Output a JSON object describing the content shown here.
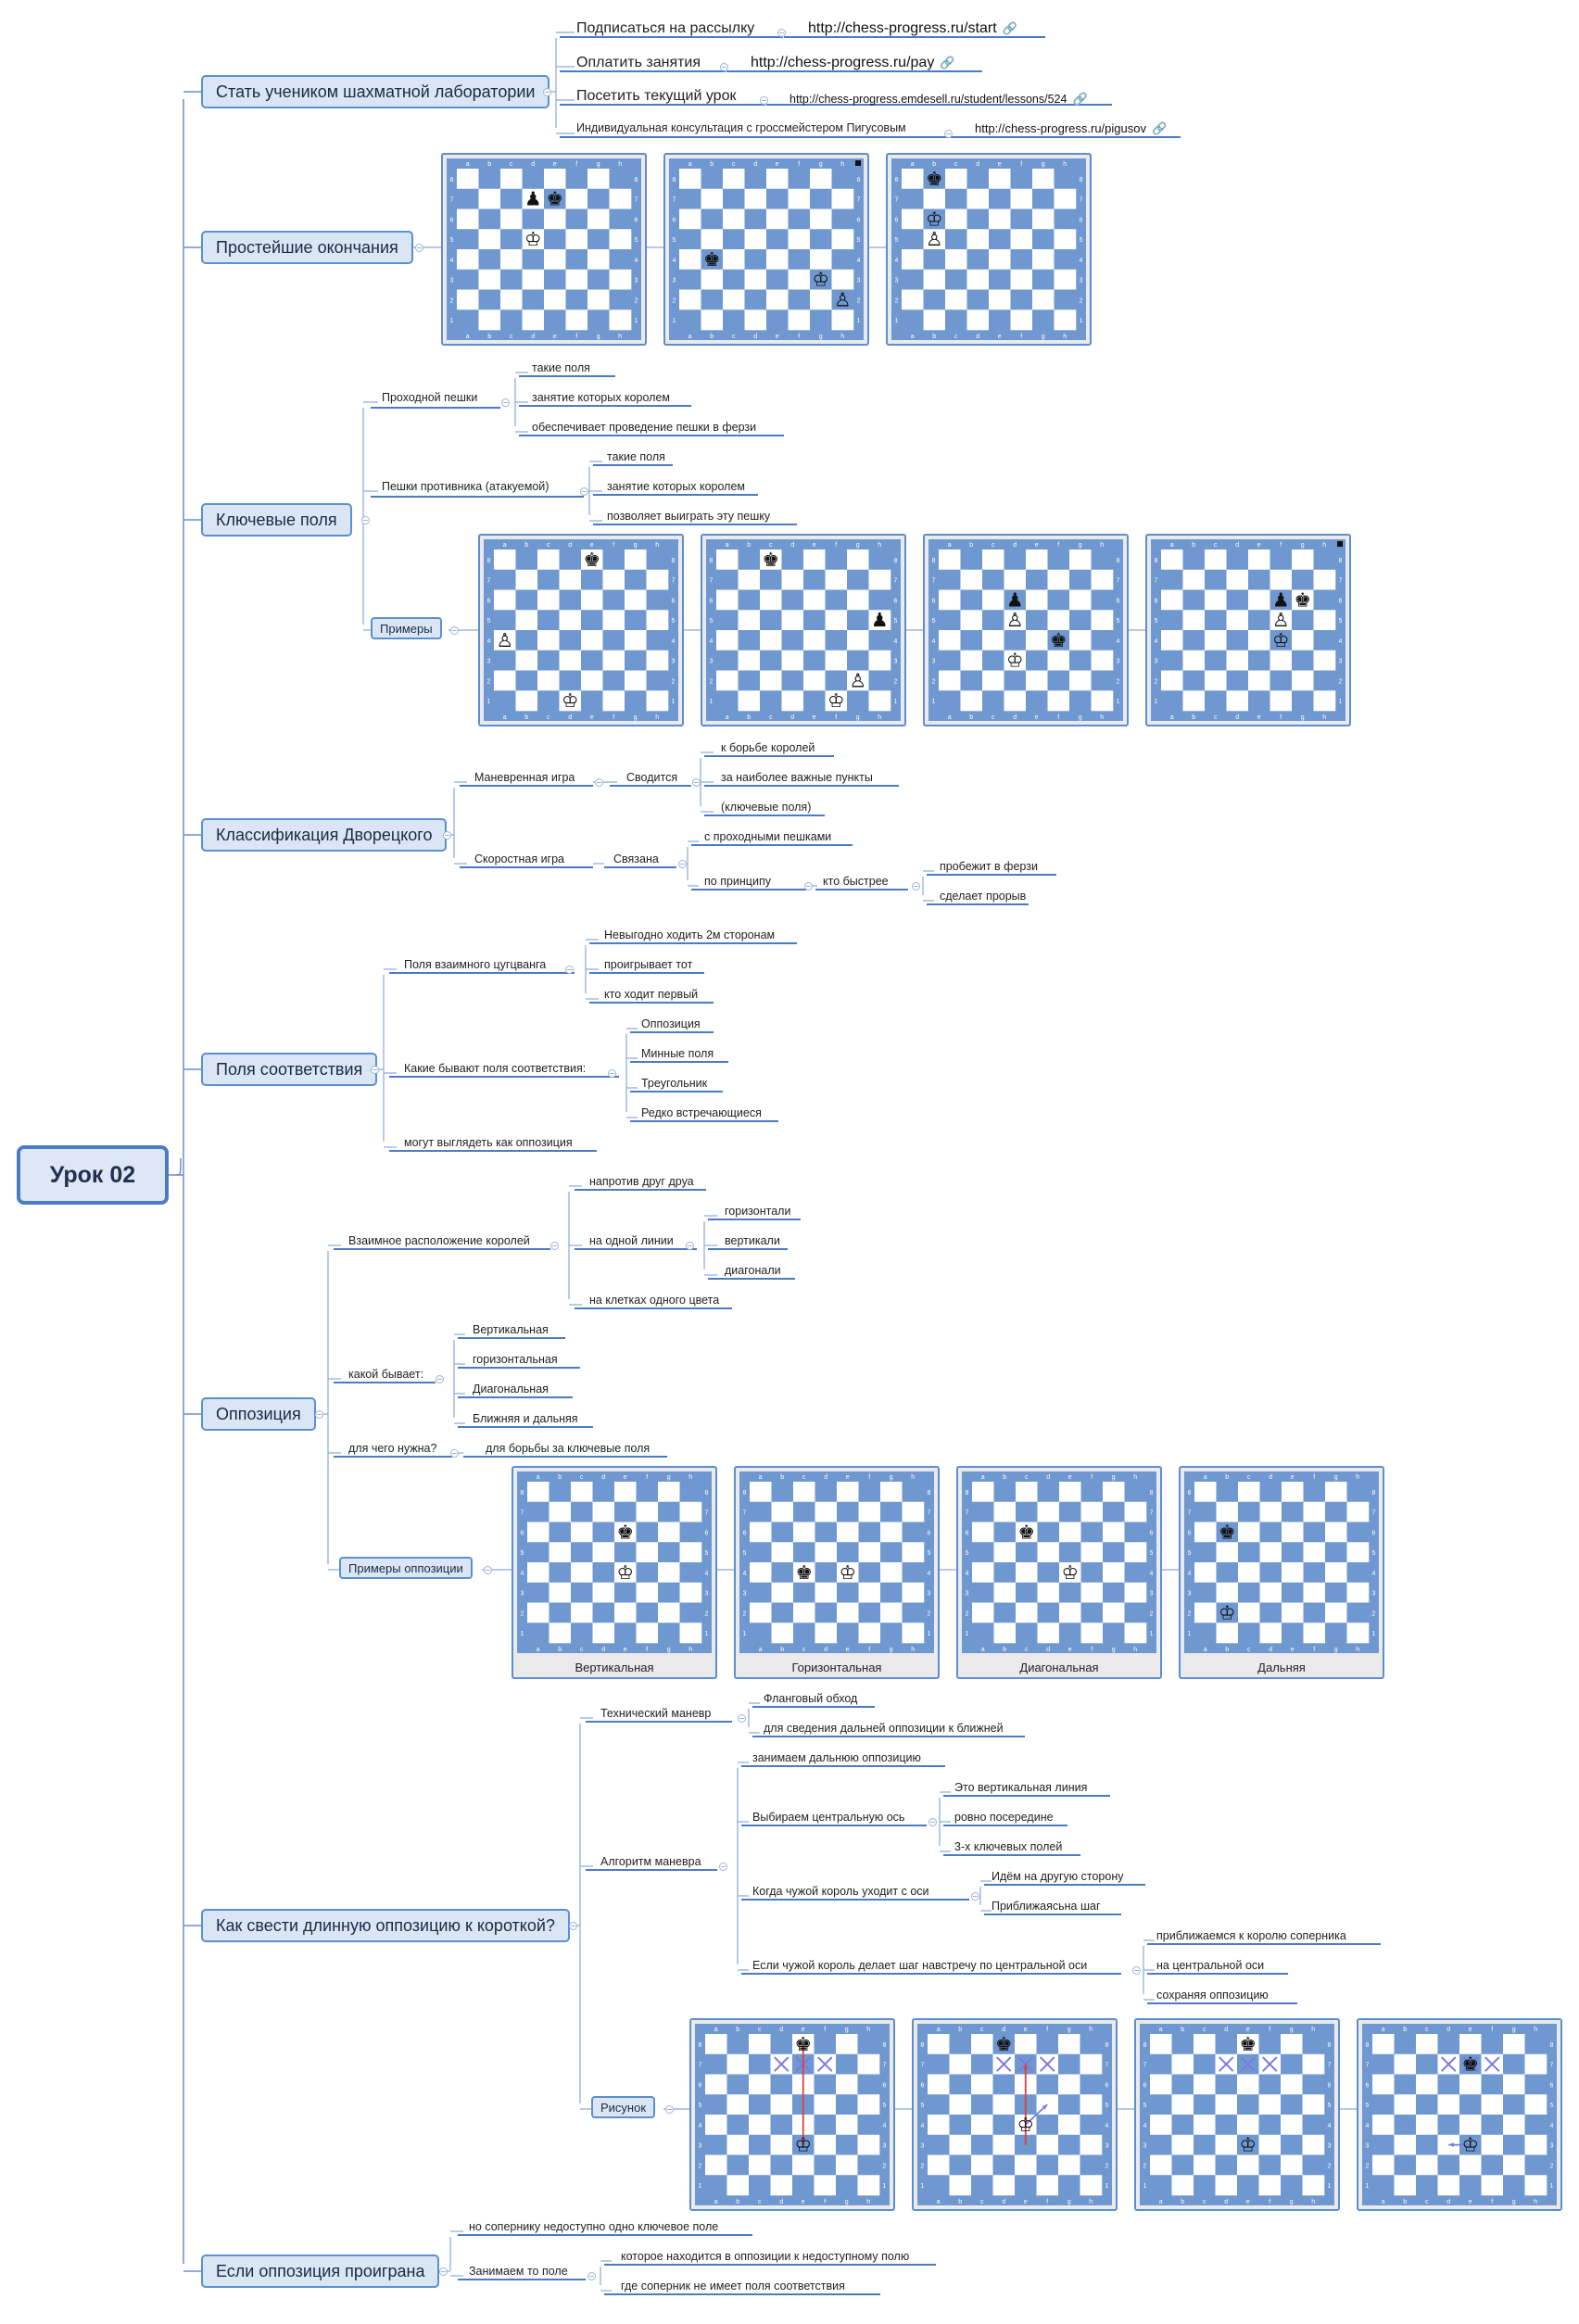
{
  "central": {
    "label": "Урок 02"
  },
  "topics": {
    "t1": {
      "label": "Стать учеником шахматной лаборатории",
      "items": [
        {
          "text": "Подписаться на рассылку",
          "url": "http://chess-progress.ru/start"
        },
        {
          "text": "Оплатить занятия",
          "url": "http://chess-progress.ru/pay"
        },
        {
          "text": "Посетить текущий урок",
          "url": "http://chess-progress.emdesell.ru/student/lessons/524"
        },
        {
          "text": "Индивидуальная консультация с гроссмейстером Пигусовым",
          "url": "http://chess-progress.ru/pigusov"
        }
      ]
    },
    "t2": {
      "label": "Простейшие окончания"
    },
    "t3": {
      "label": "Ключевые поля",
      "passed": "Проходной пешки",
      "passed_items": [
        "такие поля",
        "занятие которых королем",
        "обеспечивает проведение пешки в ферзи"
      ],
      "enemy": "Пешки противника (атакуемой)",
      "enemy_items": [
        "такие поля",
        "занятие которых королем",
        "позволяет выиграть эту пешку"
      ],
      "examples": "Примеры"
    },
    "t4": {
      "label": "Классификация Дворецкого",
      "maneuver": "Маневренная игра",
      "reduced": "Сводится",
      "maneuver_items": [
        "к борьбе королей",
        "за наиболее важные пункты",
        "(ключевые поля)"
      ],
      "speed": "Скоростная игра",
      "linked": "Связана",
      "linked_items": [
        "с проходными пешками",
        "по принципу"
      ],
      "who": "кто быстрее",
      "who_items": [
        "пробежит в ферзи",
        "сделает прорыв"
      ]
    },
    "t5": {
      "label": "Поля соответствия",
      "mutual": "Поля взаимного цугцванга",
      "mutual_items": [
        "Невыгодно ходить 2м сторонам",
        "проигрывает тот",
        "кто ходит первый"
      ],
      "kinds": "Какие бывают поля соответствия:",
      "kinds_items": [
        "Оппозиция",
        "Минные поля",
        "Треугольник",
        "Редко встречающиеся"
      ],
      "like": "могут выглядеть как оппозиция"
    },
    "t6": {
      "label": "Оппозиция",
      "mutual": "Взаимное расположение королей",
      "mutual_items": [
        "напротив друг друа",
        "на одной линии",
        "на клетках одного цвета"
      ],
      "line_items": [
        "горизонтали",
        "вертикали",
        "диагонали"
      ],
      "kind": "какой бывает:",
      "kind_items": [
        "Вертикальная",
        "горизонтальная",
        "Диагональная",
        "Ближняя и дальняя"
      ],
      "why": "для чего нужна?",
      "why_answer": "для борьбы за ключевые поля",
      "examples": "Примеры оппозиции",
      "captions": [
        "Вертикальная",
        "Горизонтальная",
        "Диагональная",
        "Дальняя"
      ]
    },
    "t7": {
      "label": "Как свести длинную оппозицию к короткой?",
      "tech": "Технический маневр",
      "tech_items": [
        "Фланговый обход",
        "для сведения дальней оппозиции к ближней"
      ],
      "algo": "Алгоритм маневра",
      "algo_items": [
        "занимаем дальнюю оппозицию",
        "Выбираем центральную ось",
        "Когда чужой король уходит с оси",
        "Если чужой король делает шаг навстречу по центральной оси"
      ],
      "axis_items": [
        "Это вертикальная линия",
        "ровно посередине",
        "3-х ключевых полей"
      ],
      "leaves_items": [
        "Идём на другую сторону",
        "Приближаясьна шаг"
      ],
      "step_items": [
        "приближаемся к королю соперника",
        "на центральной оси",
        "сохраняя оппозицию"
      ],
      "picture": "Рисунок"
    },
    "t8": {
      "label": "Если оппозиция проиграна",
      "item1": "но сопернику недоступно одно ключевое поле",
      "take": "Занимаем то поле",
      "take_items": [
        "которое находится в оппозиции к недоступному полю",
        "где соперник не имеет поля соответствия"
      ]
    }
  },
  "board_colors": {
    "light": "#ffffff",
    "dark": "#6f97d0",
    "frame": "#6f97d0",
    "marks": "#7a7ae0",
    "arrow": "#d94040"
  },
  "board_labels": {
    "files": [
      "a",
      "b",
      "c",
      "d",
      "e",
      "f",
      "g",
      "h"
    ],
    "ranks": [
      "8",
      "7",
      "6",
      "5",
      "4",
      "3",
      "2",
      "1"
    ]
  },
  "boards": {
    "endings": [
      {
        "pieces": [
          [
            "bP",
            "d7"
          ],
          [
            "bK",
            "e7"
          ],
          [
            "wK",
            "d5"
          ]
        ]
      },
      {
        "pieces": [
          [
            "bK",
            "b4"
          ],
          [
            "wK",
            "g3"
          ],
          [
            "wP",
            "h2"
          ]
        ],
        "corner": true
      },
      {
        "pieces": [
          [
            "bK",
            "b8"
          ],
          [
            "wK",
            "b6"
          ],
          [
            "wP",
            "b5"
          ]
        ]
      }
    ],
    "keyfields": [
      {
        "pieces": [
          [
            "bK",
            "e8"
          ],
          [
            "wP",
            "a4"
          ],
          [
            "wK",
            "d1"
          ]
        ]
      },
      {
        "pieces": [
          [
            "bK",
            "c8"
          ],
          [
            "bP",
            "h5"
          ],
          [
            "wP",
            "g2"
          ],
          [
            "wK",
            "f1"
          ]
        ]
      },
      {
        "pieces": [
          [
            "bP",
            "d6"
          ],
          [
            "wP",
            "d5"
          ],
          [
            "bK",
            "f4"
          ],
          [
            "wK",
            "d3"
          ]
        ]
      },
      {
        "pieces": [
          [
            "bP",
            "f6"
          ],
          [
            "bK",
            "g6"
          ],
          [
            "wP",
            "f5"
          ],
          [
            "wK",
            "f4"
          ]
        ],
        "corner": true
      }
    ],
    "opposition": [
      {
        "pieces": [
          [
            "bK",
            "e6"
          ],
          [
            "wK",
            "e4"
          ]
        ]
      },
      {
        "pieces": [
          [
            "bK",
            "c4"
          ],
          [
            "wK",
            "e4"
          ]
        ]
      },
      {
        "pieces": [
          [
            "bK",
            "c6"
          ],
          [
            "wK",
            "e4"
          ]
        ]
      },
      {
        "pieces": [
          [
            "bK",
            "b6"
          ],
          [
            "wK",
            "b2"
          ]
        ]
      }
    ],
    "maneuver": [
      {
        "pieces": [
          [
            "bK",
            "e8"
          ],
          [
            "wK",
            "e3"
          ]
        ],
        "marks": [
          "d7",
          "e7",
          "f7"
        ],
        "arrow": [
          "e8",
          "e3"
        ]
      },
      {
        "pieces": [
          [
            "bK",
            "d8"
          ],
          [
            "wK",
            "e4"
          ]
        ],
        "marks": [
          "d7",
          "e7",
          "f7"
        ],
        "arrow": [
          "e3",
          "e7"
        ],
        "arrow2": [
          "e4",
          "f5"
        ]
      },
      {
        "pieces": [
          [
            "bK",
            "e8"
          ],
          [
            "wK",
            "e3"
          ]
        ],
        "marks": [
          "d7",
          "e7",
          "f7"
        ]
      },
      {
        "pieces": [
          [
            "bK",
            "e7"
          ],
          [
            "wK",
            "e3"
          ]
        ],
        "marks": [
          "d7",
          "e7",
          "f7"
        ],
        "arrow2": [
          "e3",
          "d3"
        ]
      }
    ]
  }
}
